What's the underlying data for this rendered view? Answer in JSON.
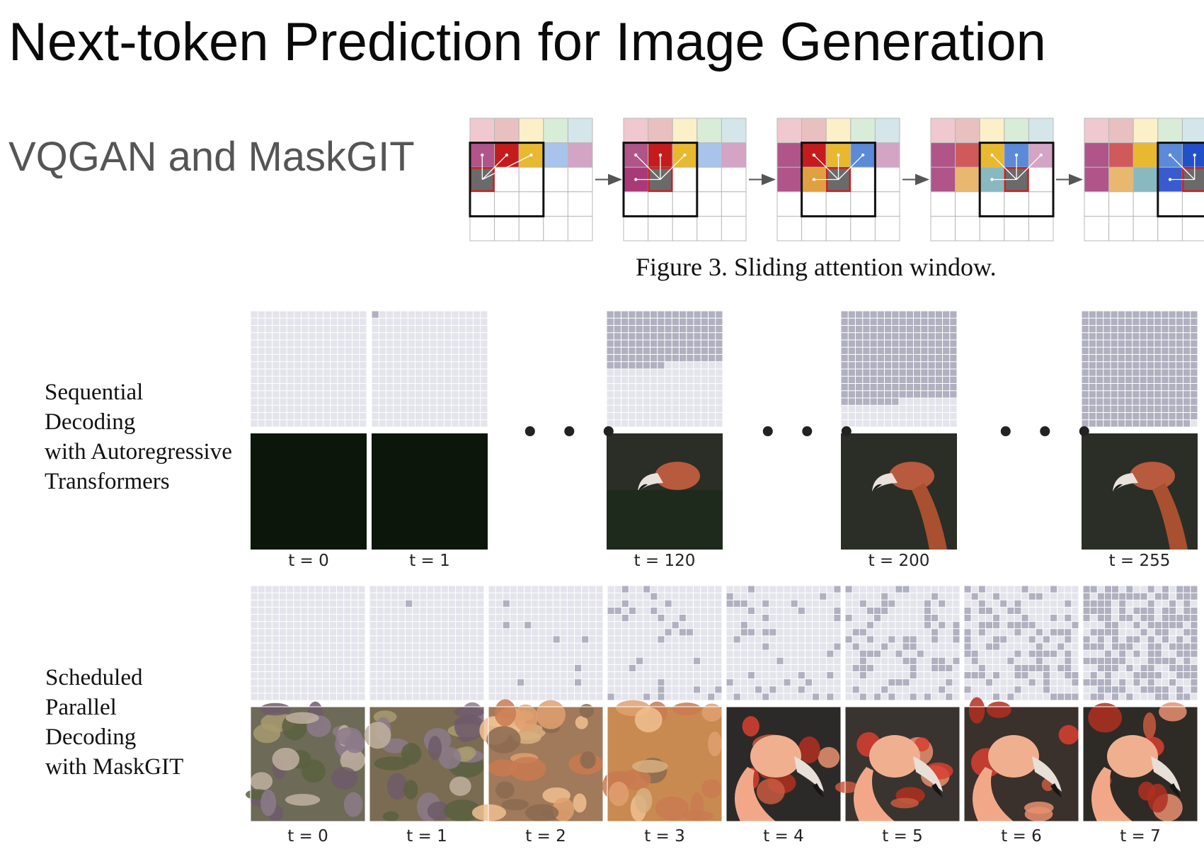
{
  "slide": {
    "title": "Next-token Prediction for Image Generation",
    "subtitle": "VQGAN and MaskGIT"
  },
  "figure3": {
    "caption": "Figure 3. Sliding attention window.",
    "palette": {
      "top": [
        "#f0c8d0",
        "#e8c0c0",
        "#fbf0c8",
        "#d8ecd8",
        "#d4e6ea"
      ],
      "row2": [
        "#b0548a",
        "#c41c1c",
        "#e8b830",
        "#a8c4ec",
        "#d4a4c4"
      ],
      "highlight": "#d01f1f",
      "current": "#6a6a6a"
    }
  },
  "sequential": {
    "label_lines": [
      "Sequential",
      "Decoding",
      "with Autoregressive",
      "Transformers"
    ],
    "ellipsis": "• • •",
    "steps": [
      {
        "t": "t = 0",
        "filled_tokens": 0
      },
      {
        "t": "t = 1",
        "filled_tokens": 1
      },
      {
        "t": "t = 120",
        "filled_tokens": 120
      },
      {
        "t": "t = 200",
        "filled_tokens": 200
      },
      {
        "t": "t = 255",
        "filled_tokens": 255
      }
    ]
  },
  "parallel": {
    "label_lines": [
      "Scheduled",
      "Parallel",
      "Decoding",
      "with MaskGIT"
    ],
    "steps": [
      {
        "t": "t = 0",
        "filled_fraction": 0.0
      },
      {
        "t": "t = 1",
        "filled_fraction": 0.004
      },
      {
        "t": "t = 2",
        "filled_fraction": 0.03
      },
      {
        "t": "t = 3",
        "filled_fraction": 0.07
      },
      {
        "t": "t = 4",
        "filled_fraction": 0.14
      },
      {
        "t": "t = 5",
        "filled_fraction": 0.25
      },
      {
        "t": "t = 6",
        "filled_fraction": 0.38
      },
      {
        "t": "t = 7",
        "filled_fraction": 0.55
      }
    ]
  },
  "colors": {
    "empty_token": "#e4e4ec",
    "filled_token": "#b0b0c0",
    "token_grid_line": "#ffffff",
    "dark_canvas": "#0c160b"
  }
}
